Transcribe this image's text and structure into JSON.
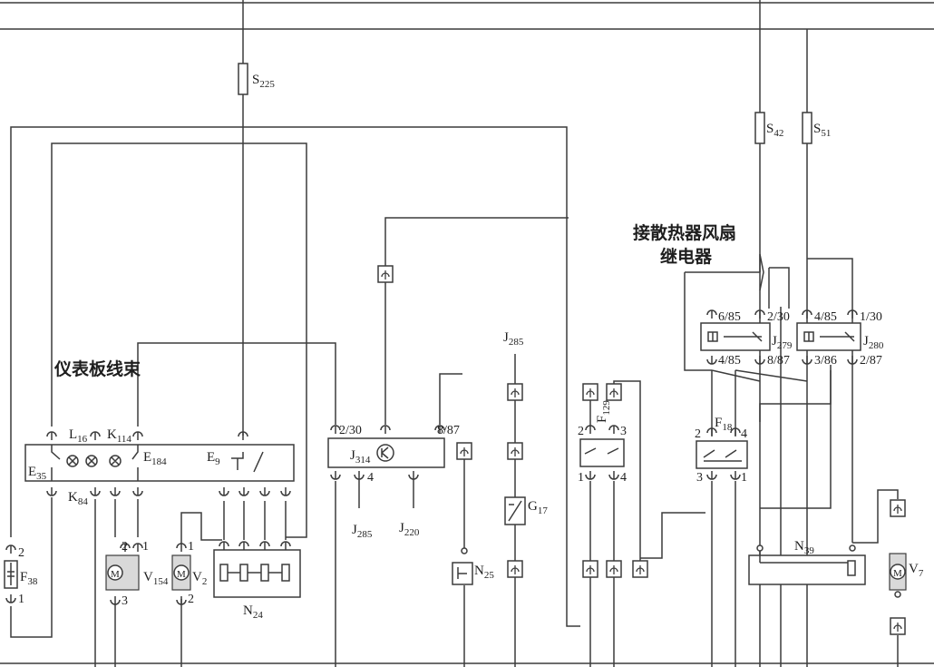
{
  "colors": {
    "wire": "#3c3c3c",
    "text": "#1e1e1e",
    "background": "#ffffff"
  },
  "labels": {
    "instrument_harness": "仪表板线束",
    "fan_relay_line1": "接散热器风扇",
    "fan_relay_line2": "继电器"
  },
  "fuses": {
    "s225": {
      "base": "S",
      "sub": "225"
    },
    "s42": {
      "base": "S",
      "sub": "42"
    },
    "s51": {
      "base": "S",
      "sub": "51"
    }
  },
  "components": {
    "f38": {
      "base": "F",
      "sub": "38",
      "pin_top": "2",
      "pin_bottom": "1"
    },
    "e35": {
      "base": "E",
      "sub": "35"
    },
    "l16": {
      "base": "L",
      "sub": "16"
    },
    "k114": {
      "base": "K",
      "sub": "114"
    },
    "k84": {
      "base": "K",
      "sub": "84"
    },
    "e184": {
      "base": "E",
      "sub": "184"
    },
    "e9": {
      "base": "E",
      "sub": "9"
    },
    "v154": {
      "base": "V",
      "sub": "154",
      "pin_top_a": "2",
      "pin_top_b": "1",
      "pin_bottom": "3"
    },
    "v2": {
      "base": "V",
      "sub": "2",
      "pin_top": "1",
      "pin_bottom": "2"
    },
    "n24": {
      "base": "N",
      "sub": "24"
    },
    "j314": {
      "base": "J",
      "sub": "314",
      "pin_left": "2/30",
      "pin_right": "8/87",
      "pin_bottom": "4"
    },
    "j285_a": {
      "base": "J",
      "sub": "285"
    },
    "j220": {
      "base": "J",
      "sub": "220"
    },
    "n25": {
      "base": "N",
      "sub": "25"
    },
    "j285_b": {
      "base": "J",
      "sub": "285"
    },
    "g17": {
      "base": "G",
      "sub": "17"
    },
    "f129": {
      "base": "F",
      "sub": "129",
      "pin_tl": "2",
      "pin_tr": "3",
      "pin_bl": "1",
      "pin_br": "4"
    },
    "j279": {
      "base": "J",
      "sub": "279",
      "pin_tl": "6/85",
      "pin_tr": "2/30",
      "pin_bl": "4/85",
      "pin_br": "8/87"
    },
    "j280": {
      "base": "J",
      "sub": "280",
      "pin_tl": "4/85",
      "pin_tr": "1/30",
      "pin_bl": "3/86",
      "pin_br": "2/87"
    },
    "f18": {
      "base": "F",
      "sub": "18",
      "pin_tl": "2",
      "pin_tr": "4",
      "pin_bl": "3",
      "pin_br": "1"
    },
    "n39": {
      "base": "N",
      "sub": "39"
    },
    "v7": {
      "base": "V",
      "sub": "7"
    }
  }
}
